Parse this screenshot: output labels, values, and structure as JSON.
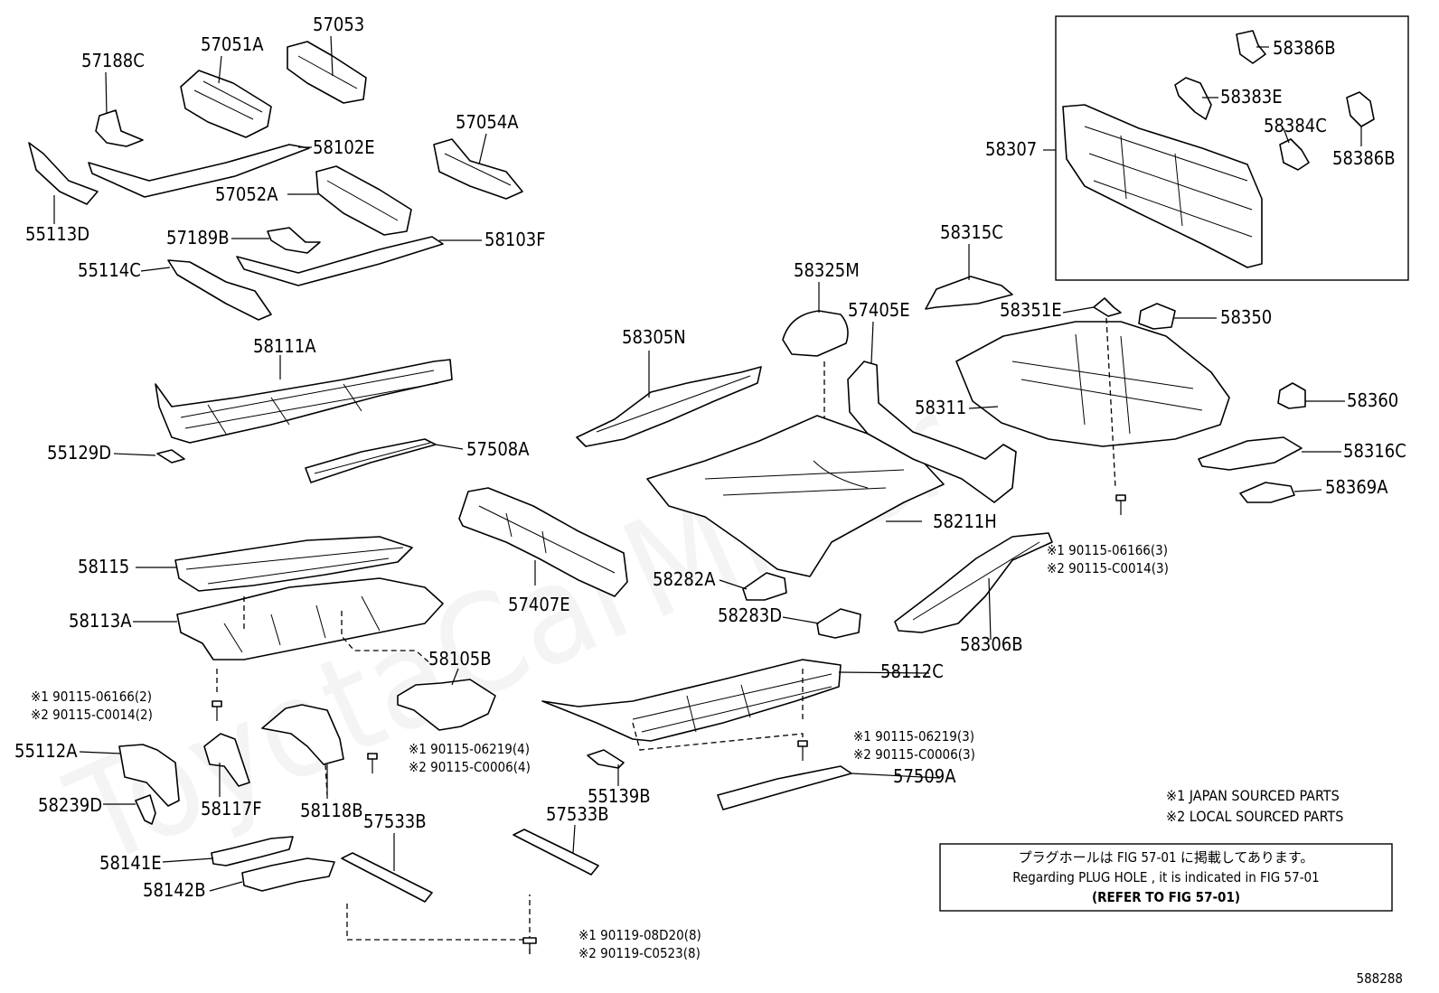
{
  "labels": {
    "57053": "57053",
    "57051A": "57051A",
    "57188C": "57188C",
    "58102E": "58102E",
    "57054A": "57054A",
    "55113D": "55113D",
    "57052A": "57052A",
    "57189B": "57189B",
    "58103F": "58103F",
    "55114C": "55114C",
    "58111A": "58111A",
    "55129D": "55129D",
    "57508A": "57508A",
    "58115": "58115",
    "58113A": "58113A",
    "58105B": "58105B",
    "55112A": "55112A",
    "58239D": "58239D",
    "58117F": "58117F",
    "58118B": "58118B",
    "58141E": "58141E",
    "58142B": "58142B",
    "57533B_1": "57533B",
    "57533B_2": "57533B",
    "55139B": "55139B",
    "57509A": "57509A",
    "58112C": "58112C",
    "57407E": "57407E",
    "58282A": "58282A",
    "58283D": "58283D",
    "58305N": "58305N",
    "58325M": "58325M",
    "58211H": "58211H",
    "57405E": "57405E",
    "58306B": "58306B",
    "58315C": "58315C",
    "58351E": "58351E",
    "58350": "58350",
    "58311": "58311",
    "58360": "58360",
    "58316C": "58316C",
    "58369A": "58369A",
    "58307": "58307",
    "58386B_1": "58386B",
    "58383E": "58383E",
    "58384C": "58384C",
    "58386B_2": "58386B"
  },
  "fasteners": {
    "f1_line1": "※1 90115-06166(2)",
    "f1_line2": "※2 90115-C0014(2)",
    "f2_line1": "※1 90115-06219(4)",
    "f2_line2": "※2 90115-C0006(4)",
    "f3_line1": "※1 90115-06219(3)",
    "f3_line2": "※2 90115-C0006(3)",
    "f4_line1": "※1 90115-06166(3)",
    "f4_line2": "※2 90115-C0014(3)",
    "f5_line1": "※1 90119-08D20(8)",
    "f5_line2": "※2 90119-C0523(8)"
  },
  "legend": {
    "japan": "※1 JAPAN SOURCED PARTS",
    "local": "※2 LOCAL SOURCED PARTS"
  },
  "note": {
    "jp": "プラグホールは FIG 57-01 に掲載してあります。",
    "en": "Regarding PLUG HOLE , it is indicated in FIG 57-01",
    "refer": "(REFER TO FIG 57-01)"
  },
  "figure_ref": "588288",
  "watermark": "ToyotaCarMiner"
}
